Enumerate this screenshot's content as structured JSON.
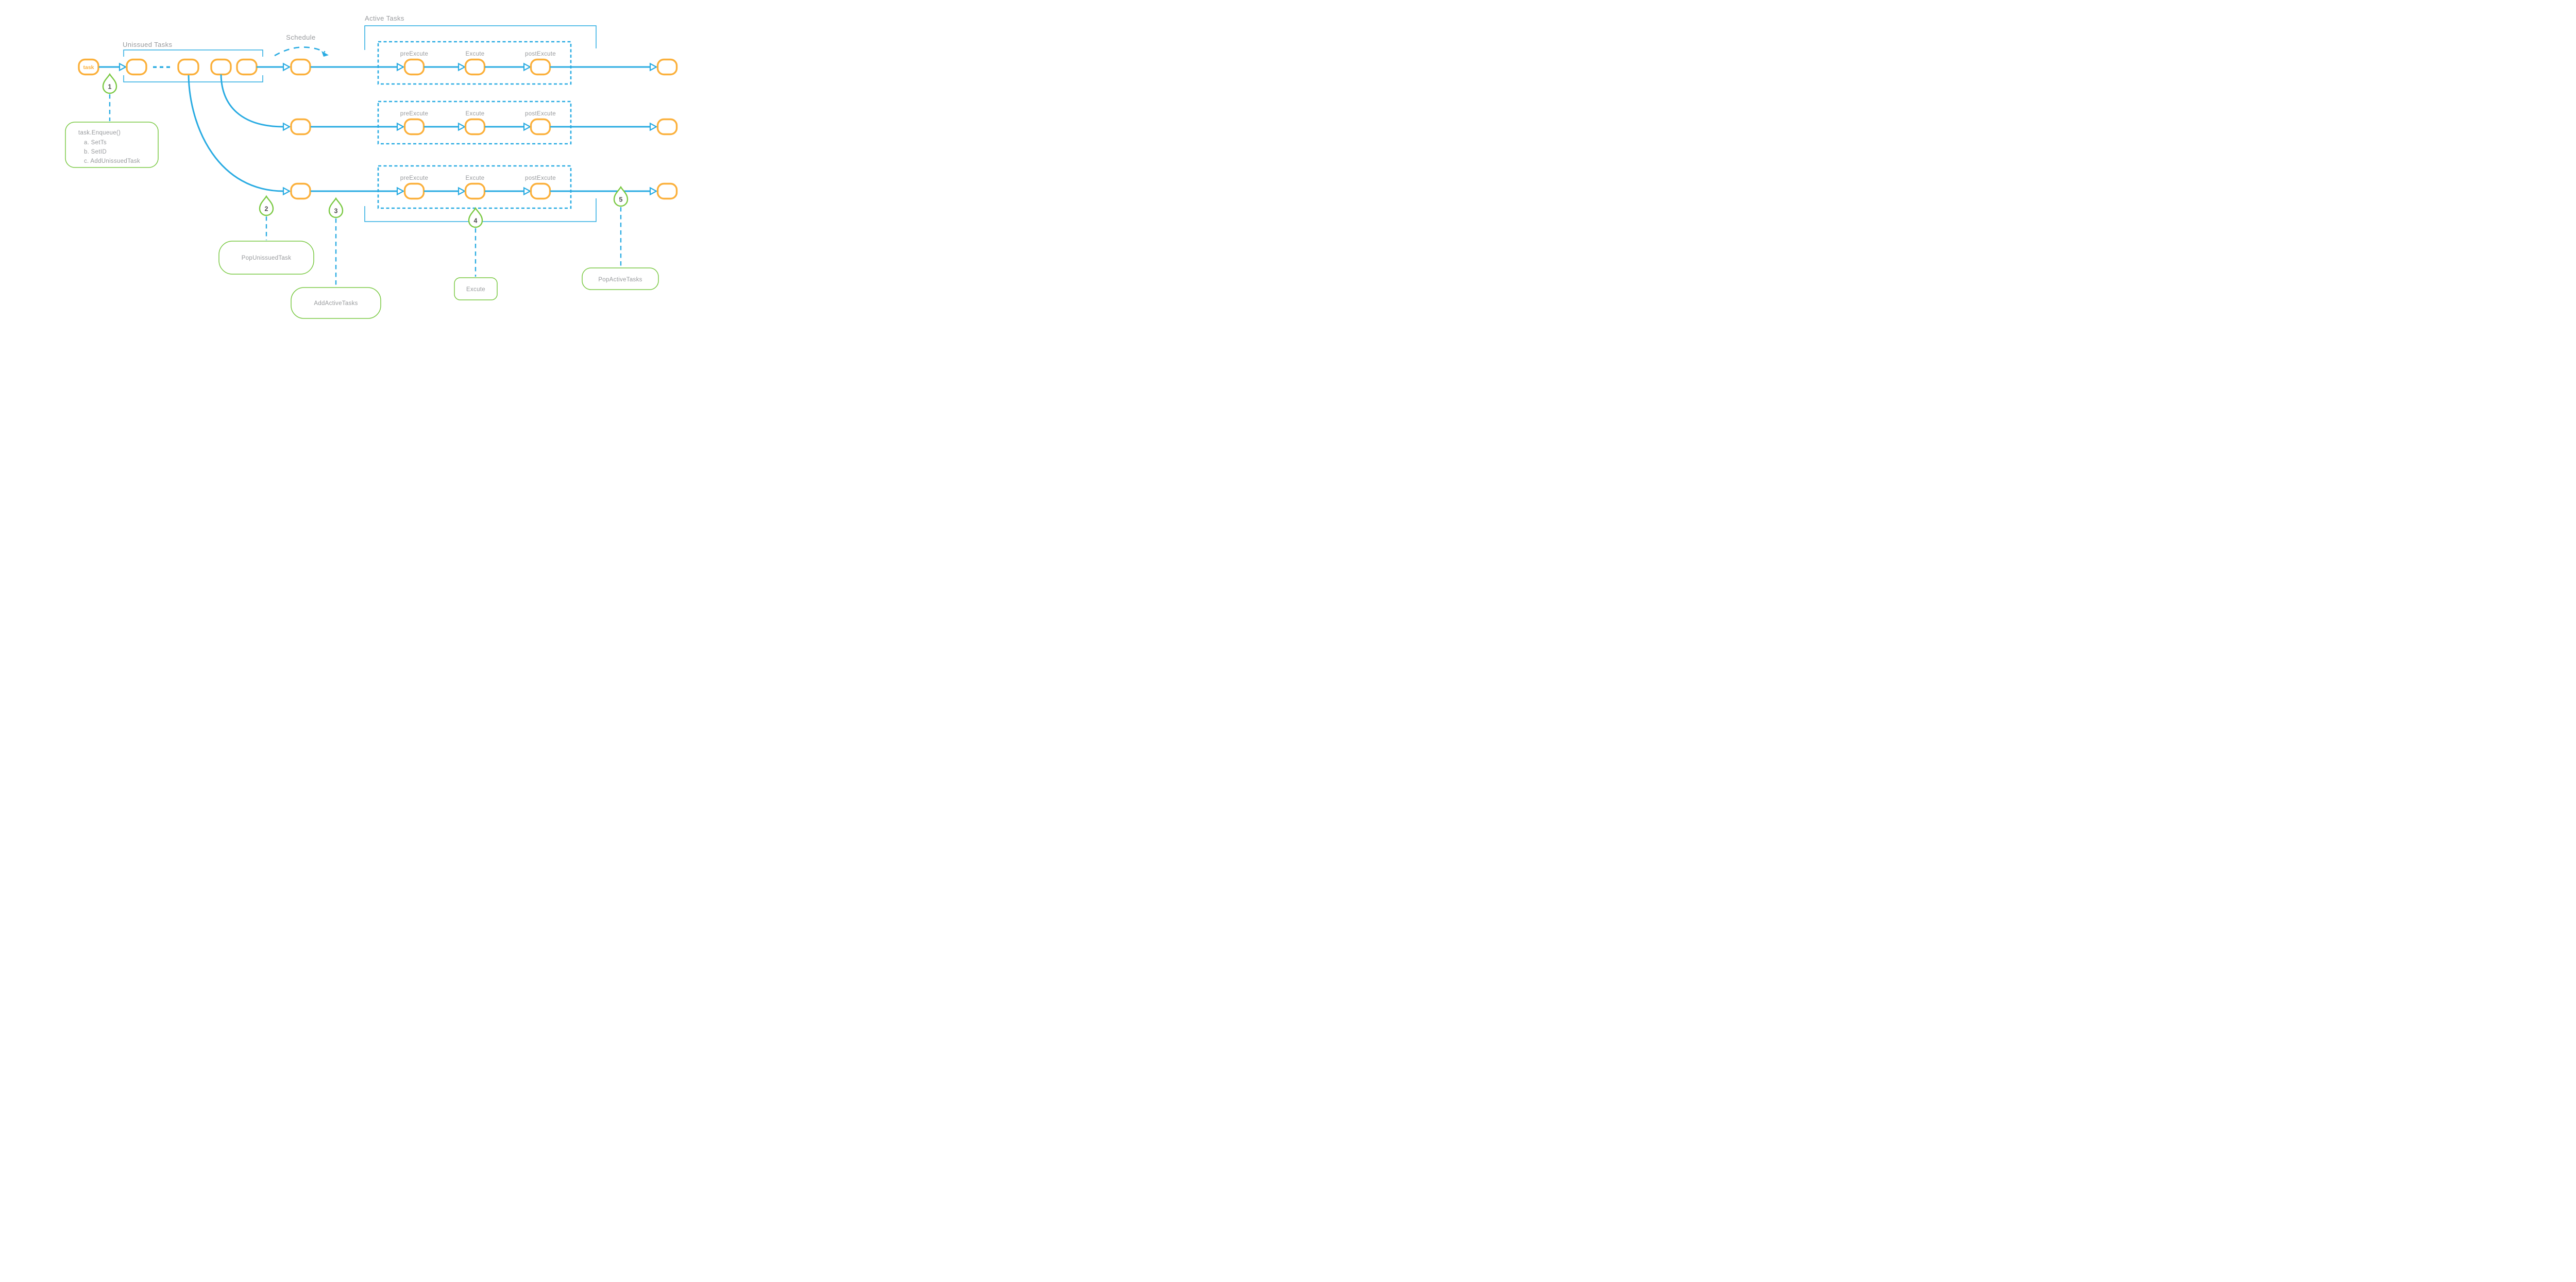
{
  "diagram": {
    "colors": {
      "blue": "#29ABE2",
      "orange": "#FBB03B",
      "green": "#7AC943",
      "gray_text": "#97999C",
      "number_text": "#4D4D4D"
    },
    "sections": {
      "unissued_tasks": "Unissued Tasks",
      "schedule": "Schedule",
      "active_tasks": "Active Tasks"
    },
    "nodes": {
      "task_label": "task"
    },
    "pipeline_stages": {
      "pre": "preExcute",
      "exec": "Excute",
      "post": "postExcute"
    },
    "markers": {
      "m1": {
        "number": "1",
        "callout_lines": {
          "l1": "task.Enqueue()",
          "l2": "a. SetTs",
          "l3": "b. SetID",
          "l4": "c. AddUnissuedTask"
        }
      },
      "m2": {
        "number": "2",
        "callout": "PopUnissuedTask"
      },
      "m3": {
        "number": "3",
        "callout": "AddActiveTasks"
      },
      "m4": {
        "number": "4",
        "callout": "Excute"
      },
      "m5": {
        "number": "5",
        "callout": "PopActiveTasks"
      }
    }
  }
}
